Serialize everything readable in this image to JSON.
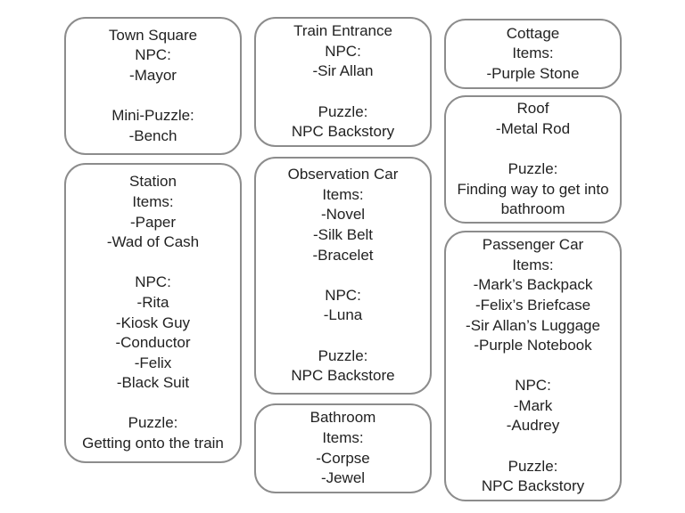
{
  "cards": [
    {
      "id": "town-square",
      "lines": [
        "Town Square",
        "NPC:",
        "-Mayor",
        "",
        "Mini-Puzzle:",
        "-Bench"
      ]
    },
    {
      "id": "station",
      "lines": [
        "Station",
        "Items:",
        "-Paper",
        "-Wad of Cash",
        "",
        "NPC:",
        "-Rita",
        "-Kiosk Guy",
        "-Conductor",
        "-Felix",
        "-Black Suit",
        "",
        "Puzzle:",
        "Getting onto the train"
      ]
    },
    {
      "id": "train-entrance",
      "lines": [
        "Train Entrance",
        "NPC:",
        "-Sir Allan",
        "",
        "Puzzle:",
        "NPC Backstory"
      ]
    },
    {
      "id": "observation-car",
      "lines": [
        "Observation Car",
        "Items:",
        "-Novel",
        "-Silk Belt",
        "-Bracelet",
        "",
        "NPC:",
        "-Luna",
        "",
        "Puzzle:",
        "NPC Backstore"
      ]
    },
    {
      "id": "bathroom",
      "lines": [
        "Bathroom",
        "Items:",
        "-Corpse",
        "-Jewel"
      ]
    },
    {
      "id": "cottage",
      "lines": [
        "Cottage",
        "Items:",
        "-Purple Stone"
      ]
    },
    {
      "id": "roof",
      "lines": [
        "Roof",
        "-Metal Rod",
        "",
        "Puzzle:",
        "Finding way to get into",
        "bathroom"
      ]
    },
    {
      "id": "passenger-car",
      "lines": [
        "Passenger Car",
        "Items:",
        "-Mark’s Backpack",
        "-Felix’s Briefcase",
        "-Sir Allan’s Luggage",
        "-Purple Notebook",
        "",
        "NPC:",
        "-Mark",
        "-Audrey",
        "",
        "Puzzle:",
        "NPC Backstory"
      ]
    }
  ]
}
